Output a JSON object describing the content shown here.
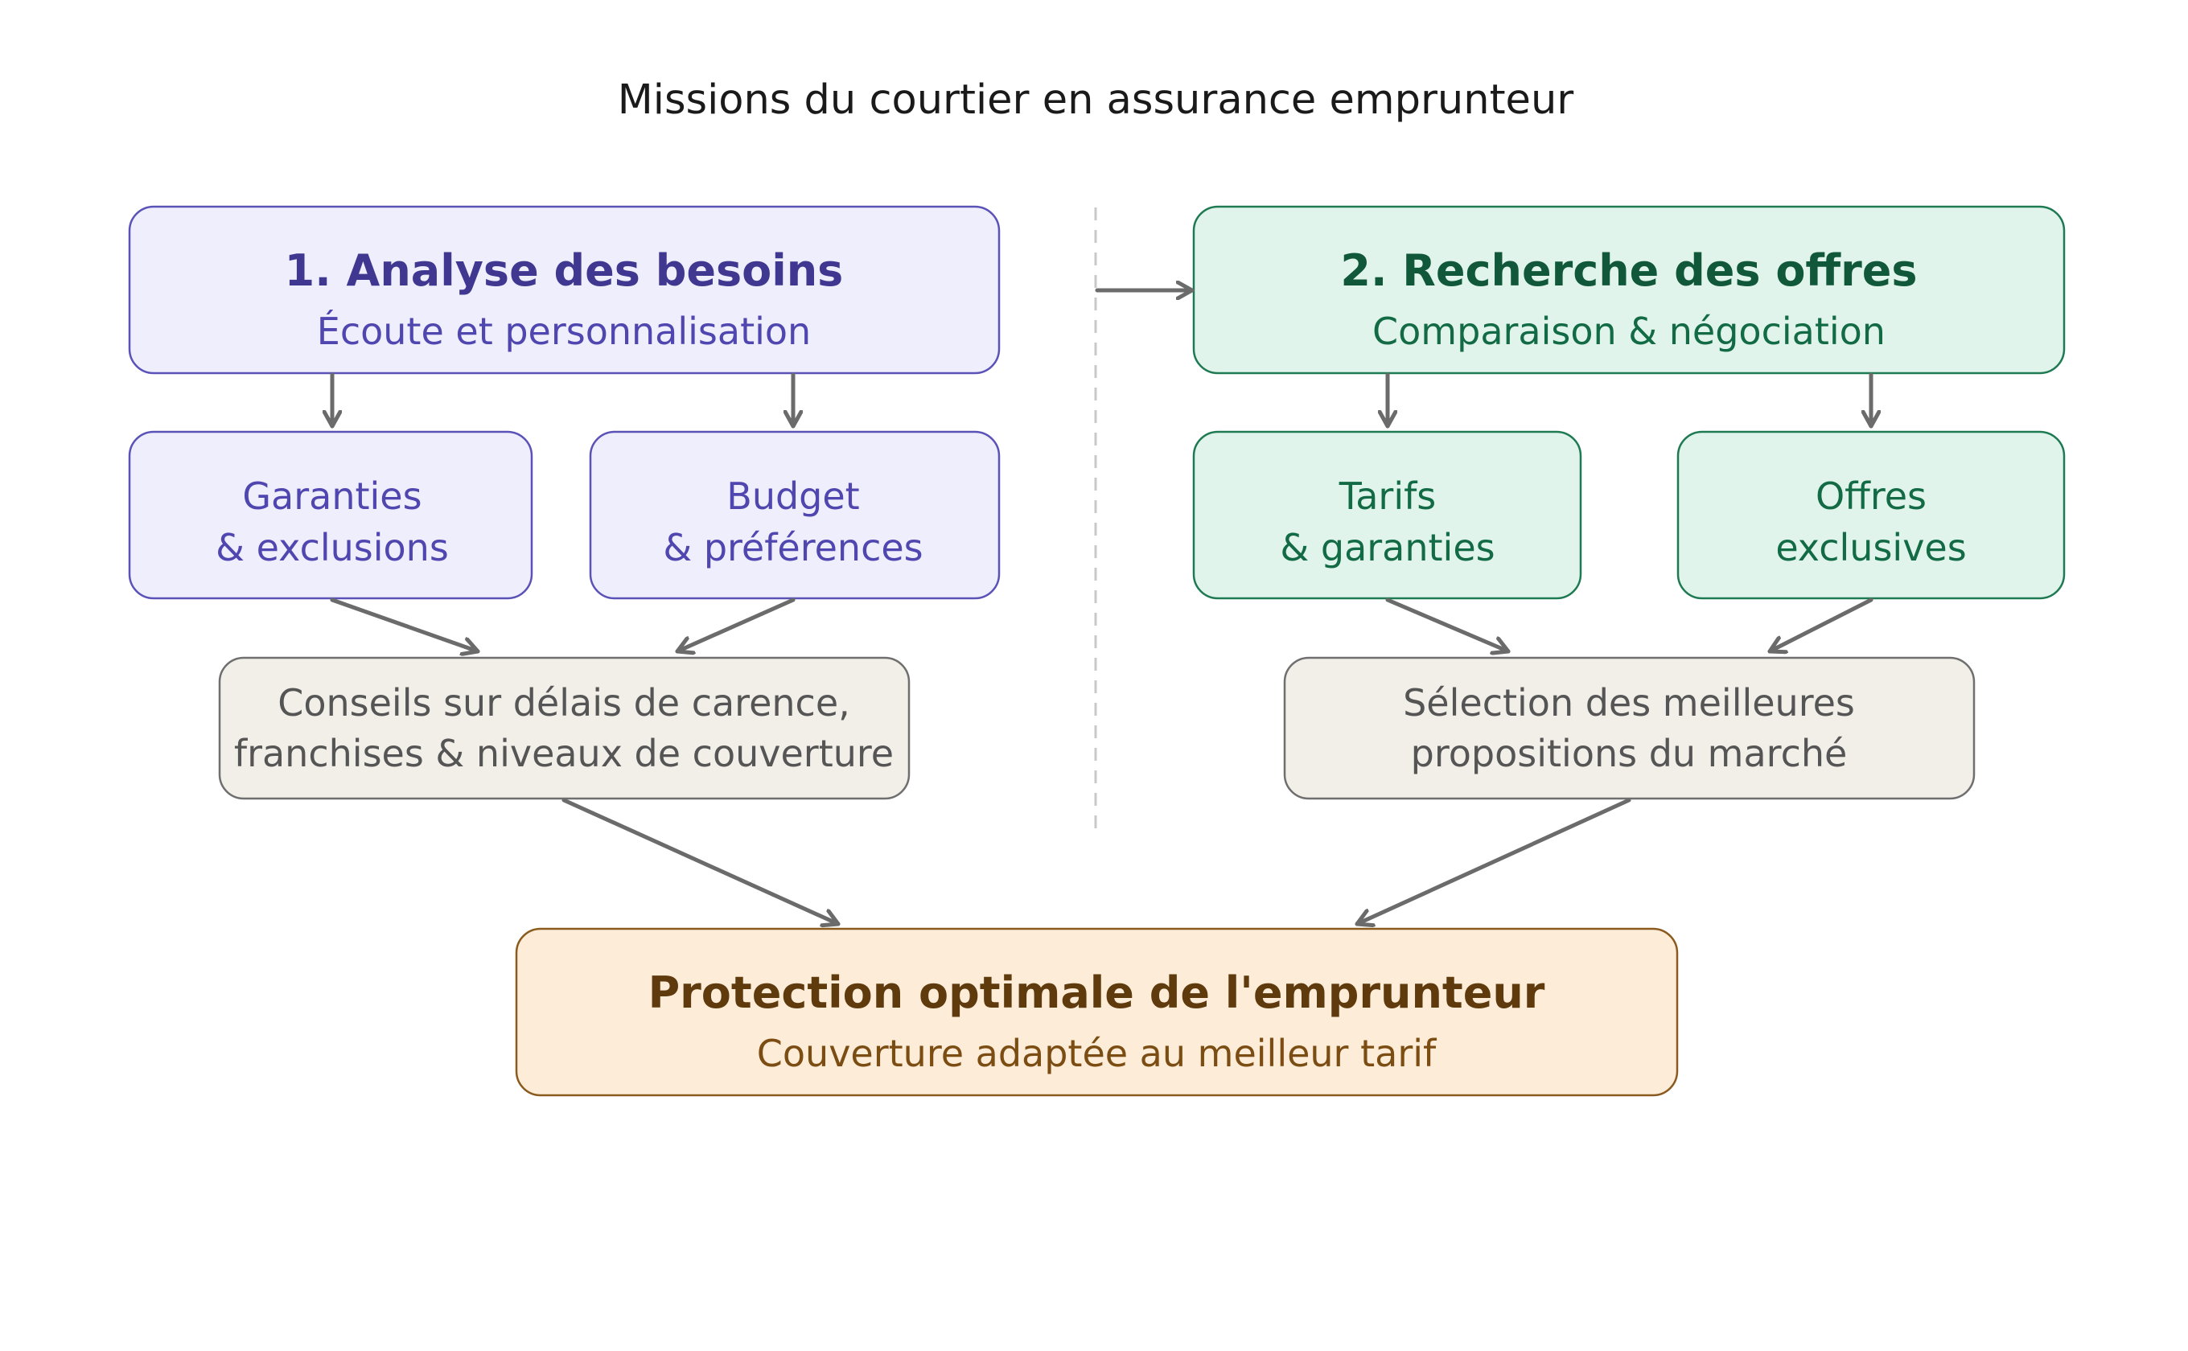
{
  "title": "Missions du courtier en assurance emprunteur",
  "colors": {
    "purple_fill": "#eeeefc",
    "purple_stroke": "#5b52b8",
    "purple_head": "#3f3790",
    "purple_text": "#5046b0",
    "green_fill": "#e1f4ec",
    "green_stroke": "#1e7a52",
    "green_head": "#11583b",
    "green_text": "#126b45",
    "grey_fill": "#f2efe9",
    "grey_stroke": "#6f6f6f",
    "grey_text": "#555555",
    "orange_fill": "#fcecd8",
    "orange_stroke": "#8a5a1e",
    "orange_head": "#5e3a0c",
    "orange_text": "#7c4d12",
    "arrow": "#6b6b6b"
  },
  "analyse": {
    "heading": "1. Analyse des besoins",
    "subtitle": "Écoute et personnalisation",
    "garanties": {
      "line1": "Garanties",
      "line2": "& exclusions"
    },
    "budget": {
      "line1": "Budget",
      "line2": "& préférences"
    },
    "conseils": {
      "line1": "Conseils sur délais de carence,",
      "line2": "franchises & niveaux de couverture"
    }
  },
  "recherche": {
    "heading": "2. Recherche des offres",
    "subtitle": "Comparaison & négociation",
    "tarifs": {
      "line1": "Tarifs",
      "line2": "& garanties"
    },
    "offres": {
      "line1": "Offres",
      "line2": "exclusives"
    },
    "selection": {
      "line1": "Sélection des meilleures",
      "line2": "propositions du marché"
    }
  },
  "result": {
    "heading": "Protection optimale de l'emprunteur",
    "subtitle": "Couverture adaptée au meilleur tarif"
  }
}
